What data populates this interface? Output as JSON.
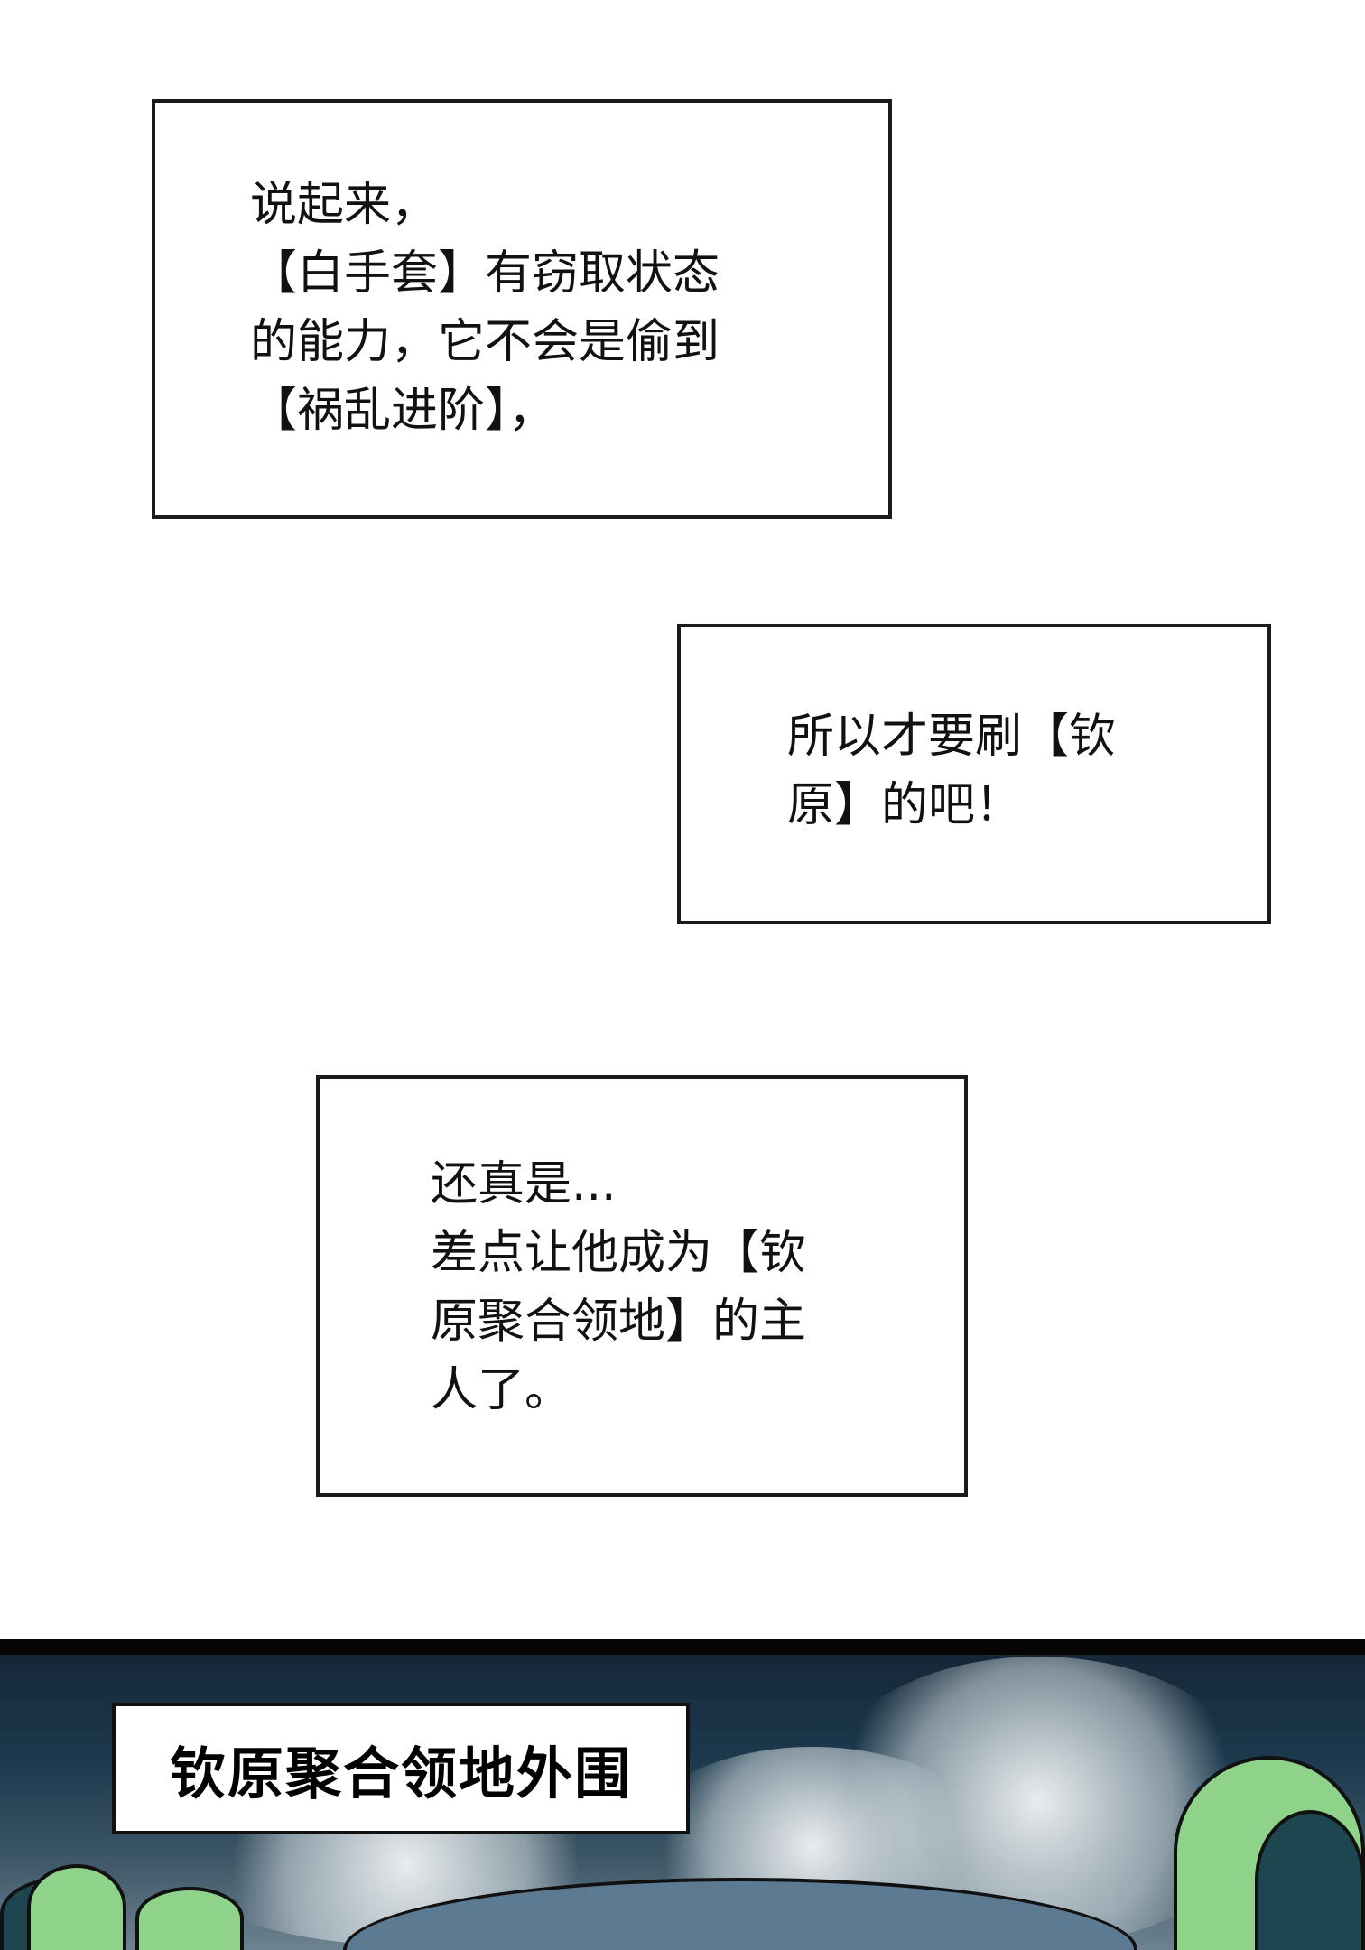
{
  "panels": [
    {
      "lines": [
        "说起来，",
        "【白手套】有窃取状态",
        "的能力，它不会是偷到",
        "【祸乱进阶】，"
      ]
    },
    {
      "lines": [
        "所以才要刷【钦",
        "原】的吧！"
      ]
    },
    {
      "lines": [
        "还真是...",
        "差点让他成为【钦",
        "原聚合领地】的主",
        "人了。"
      ]
    }
  ],
  "scene": {
    "location_caption": "钦原聚合领地外围"
  }
}
